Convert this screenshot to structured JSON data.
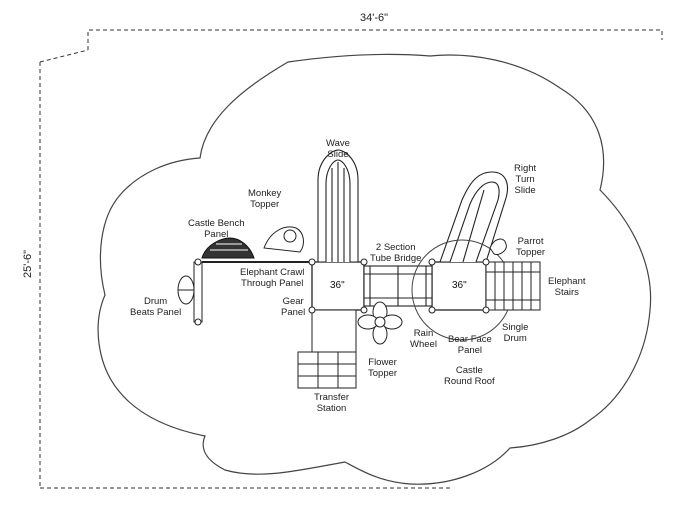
{
  "dimensions": {
    "width": "34'-6\"",
    "depth": "25'-6\""
  },
  "labels": {
    "wave_slide": "Wave\nSlide",
    "right_turn_slide": "Right\nTurn\nSlide",
    "monkey_topper": "Monkey\nTopper",
    "castle_bench_panel": "Castle Bench\nPanel",
    "tube_bridge": "2 Section\nTube Bridge",
    "parrot_topper": "Parrot\nTopper",
    "elephant_crawl": "Elephant Crawl\nThrough Panel",
    "elephant_stairs": "Elephant\nStairs",
    "drum_beats_panel": "Drum\nBeats Panel",
    "gear_panel": "Gear\nPanel",
    "single_drum": "Single\nDrum",
    "rain_wheel": "Rain\nWheel",
    "bear_face_panel": "Bear Face\nPanel",
    "flower_topper": "Flower\nTopper",
    "castle_round_roof": "Castle\nRound Roof",
    "transfer_station": "Transfer\nStation"
  },
  "decks": {
    "left": "36\"",
    "right": "36\""
  }
}
